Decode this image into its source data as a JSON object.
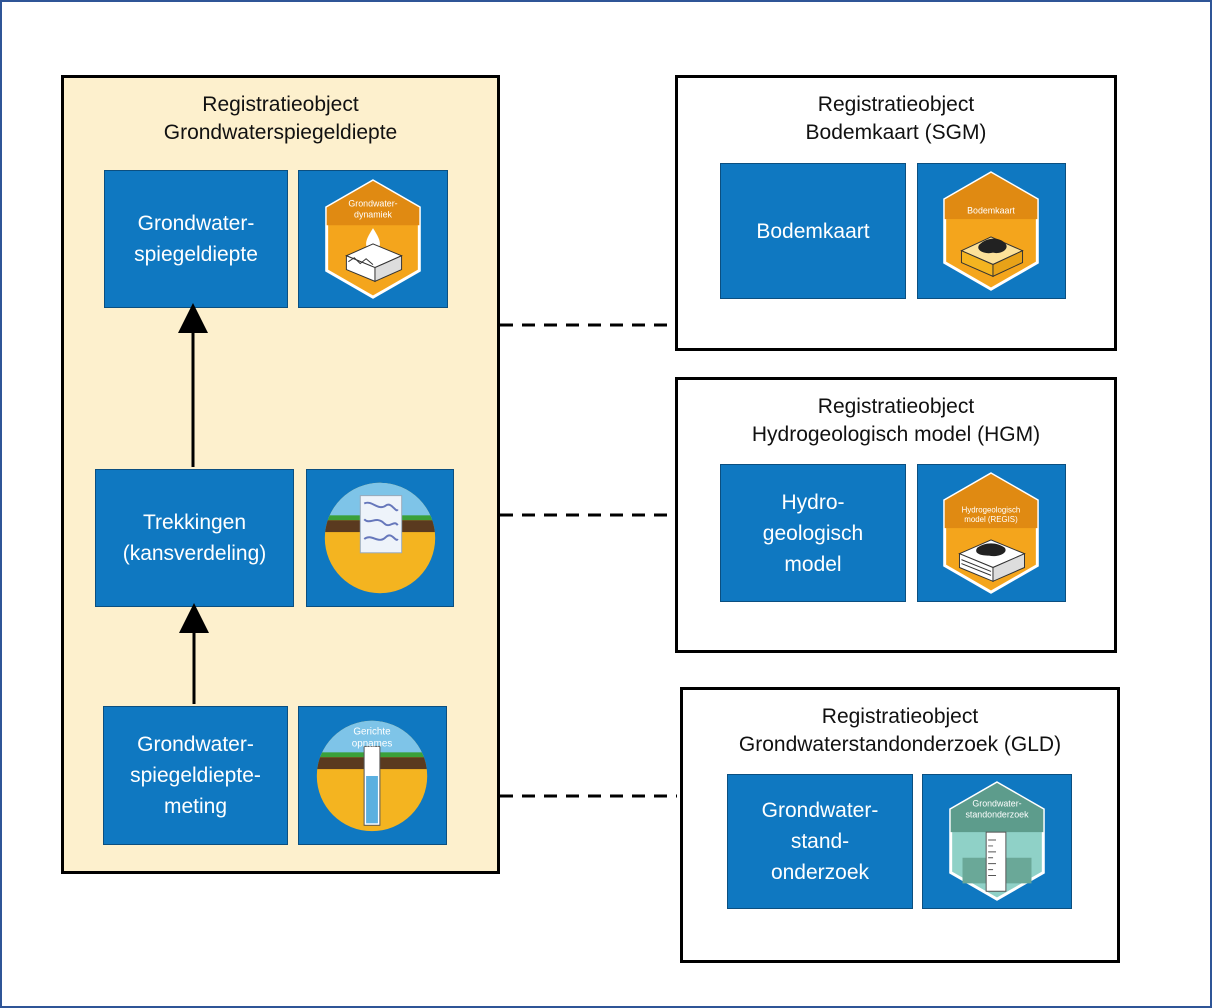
{
  "main_group": {
    "title_line1": "Registratieobject",
    "title_line2": "Grondwaterspiegeldiepte",
    "boxes": [
      {
        "lines": [
          "Grondwater-",
          "spiegeldiepte"
        ],
        "icon": "grondwater-dynamiek-icon",
        "icon_text": [
          "Grondwater-",
          "dynamiek"
        ]
      },
      {
        "lines": [
          "Trekkingen",
          "(kansverdeling)"
        ],
        "icon": "trekkingen-circle-icon"
      },
      {
        "lines": [
          "Grondwater-",
          "spiegeldiepte-",
          "meting"
        ],
        "icon": "gerichte-opnames-icon",
        "icon_text": [
          "Gerichte",
          "opnames"
        ]
      }
    ]
  },
  "registrations": [
    {
      "title_line1": "Registratieobject",
      "title_line2": "Bodemkaart (SGM)",
      "box_lines": [
        "Bodemkaart"
      ],
      "icon": "bodemkaart-icon",
      "icon_text": [
        "Bodemkaart"
      ]
    },
    {
      "title_line1": "Registratieobject",
      "title_line2": "Hydrogeologisch model (HGM)",
      "box_lines": [
        "Hydro-",
        "geologisch",
        "model"
      ],
      "icon": "hydrogeologisch-model-icon",
      "icon_text": [
        "Hydrogeologisch",
        "model (REGIS)"
      ]
    },
    {
      "title_line1": "Registratieobject",
      "title_line2": "Grondwaterstandonderzoek (GLD)",
      "box_lines": [
        "Grondwater-",
        "stand-",
        "onderzoek"
      ],
      "icon": "grondwaterstandonderzoek-icon",
      "icon_text": [
        "Grondwater-",
        "standonderzoek"
      ]
    }
  ],
  "colors": {
    "box_blue": "#0f78c1",
    "main_bg": "#fdf0cd",
    "hex_orange": "#f4a51c",
    "hex_green": "#5d9c8c",
    "frame_border": "#2f5597"
  }
}
